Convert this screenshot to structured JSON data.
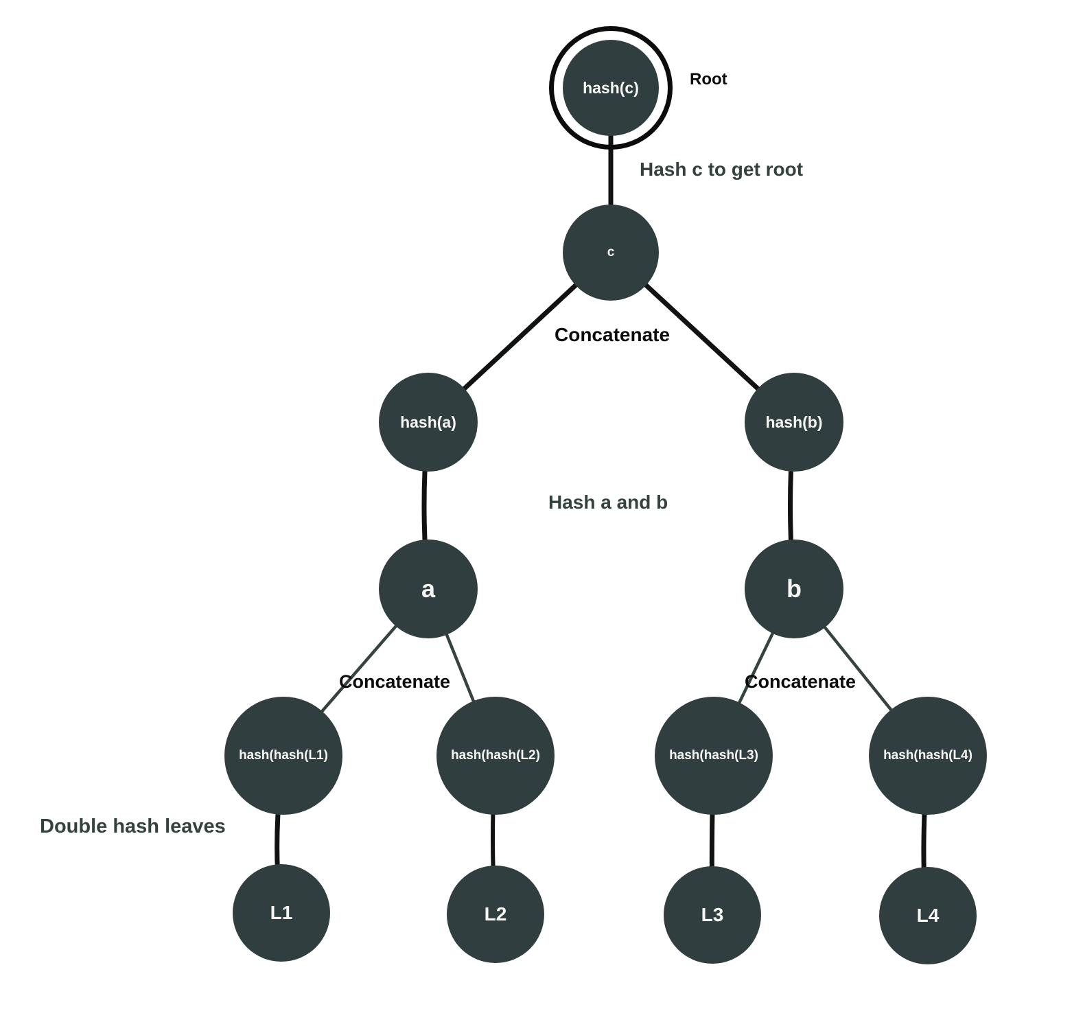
{
  "diagram": {
    "type": "merkle-tree",
    "annotations": {
      "root": "Root",
      "hash_c_to_get_root": "Hash c to get root",
      "concatenate_top": "Concatenate",
      "hash_a_and_b": "Hash a and b",
      "concatenate_left": "Concatenate",
      "concatenate_right": "Concatenate",
      "double_hash_leaves": "Double hash leaves"
    },
    "nodes": {
      "root": "hash(c)",
      "c": "c",
      "hash_a": "hash(a)",
      "hash_b": "hash(b)",
      "a": "a",
      "b": "b",
      "hash_hash_l1": "hash(hash(L1)",
      "hash_hash_l2": "hash(hash(L2)",
      "hash_hash_l3": "hash(hash(L3)",
      "hash_hash_l4": "hash(hash(L4)",
      "l1": "L1",
      "l2": "L2",
      "l3": "L3",
      "l4": "L4"
    },
    "colors": {
      "node_fill": "#313e3f",
      "node_text": "#f6f7f5",
      "black_label": "#0c0c0c",
      "annotation_text": "#33423f",
      "edge_dark": "#101312",
      "edge_slate": "#36433f",
      "root_ring": "#0c0c0c",
      "background": "#ffffff"
    }
  }
}
